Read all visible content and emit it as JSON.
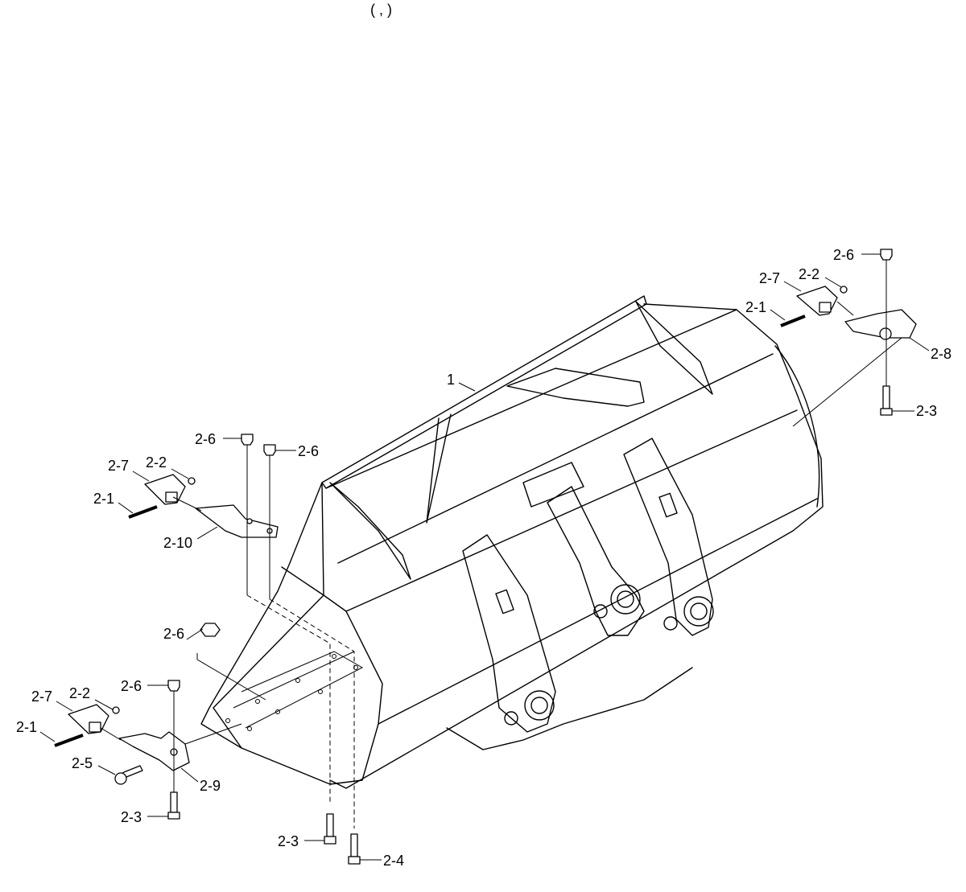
{
  "header": {
    "title_fragment": "(          ,                                  )"
  },
  "labels": {
    "bucket": "1",
    "r_2_6": "2-6",
    "r_2_7": "2-7",
    "r_2_2": "2-2",
    "r_2_1": "2-1",
    "r_2_8": "2-8",
    "r_2_3": "2-3",
    "l_2_6a": "2-6",
    "l_2_6b": "2-6",
    "l_2_7": "2-7",
    "l_2_2": "2-2",
    "l_2_1": "2-1",
    "l_2_10": "2-10",
    "m_2_6": "2-6",
    "b_2_6": "2-6",
    "b_2_7": "2-7",
    "b_2_2": "2-2",
    "b_2_1": "2-1",
    "b_2_5": "2-5",
    "b_2_9": "2-9",
    "b_2_3": "2-3",
    "c_2_3": "2-3",
    "c_2_4": "2-4"
  }
}
